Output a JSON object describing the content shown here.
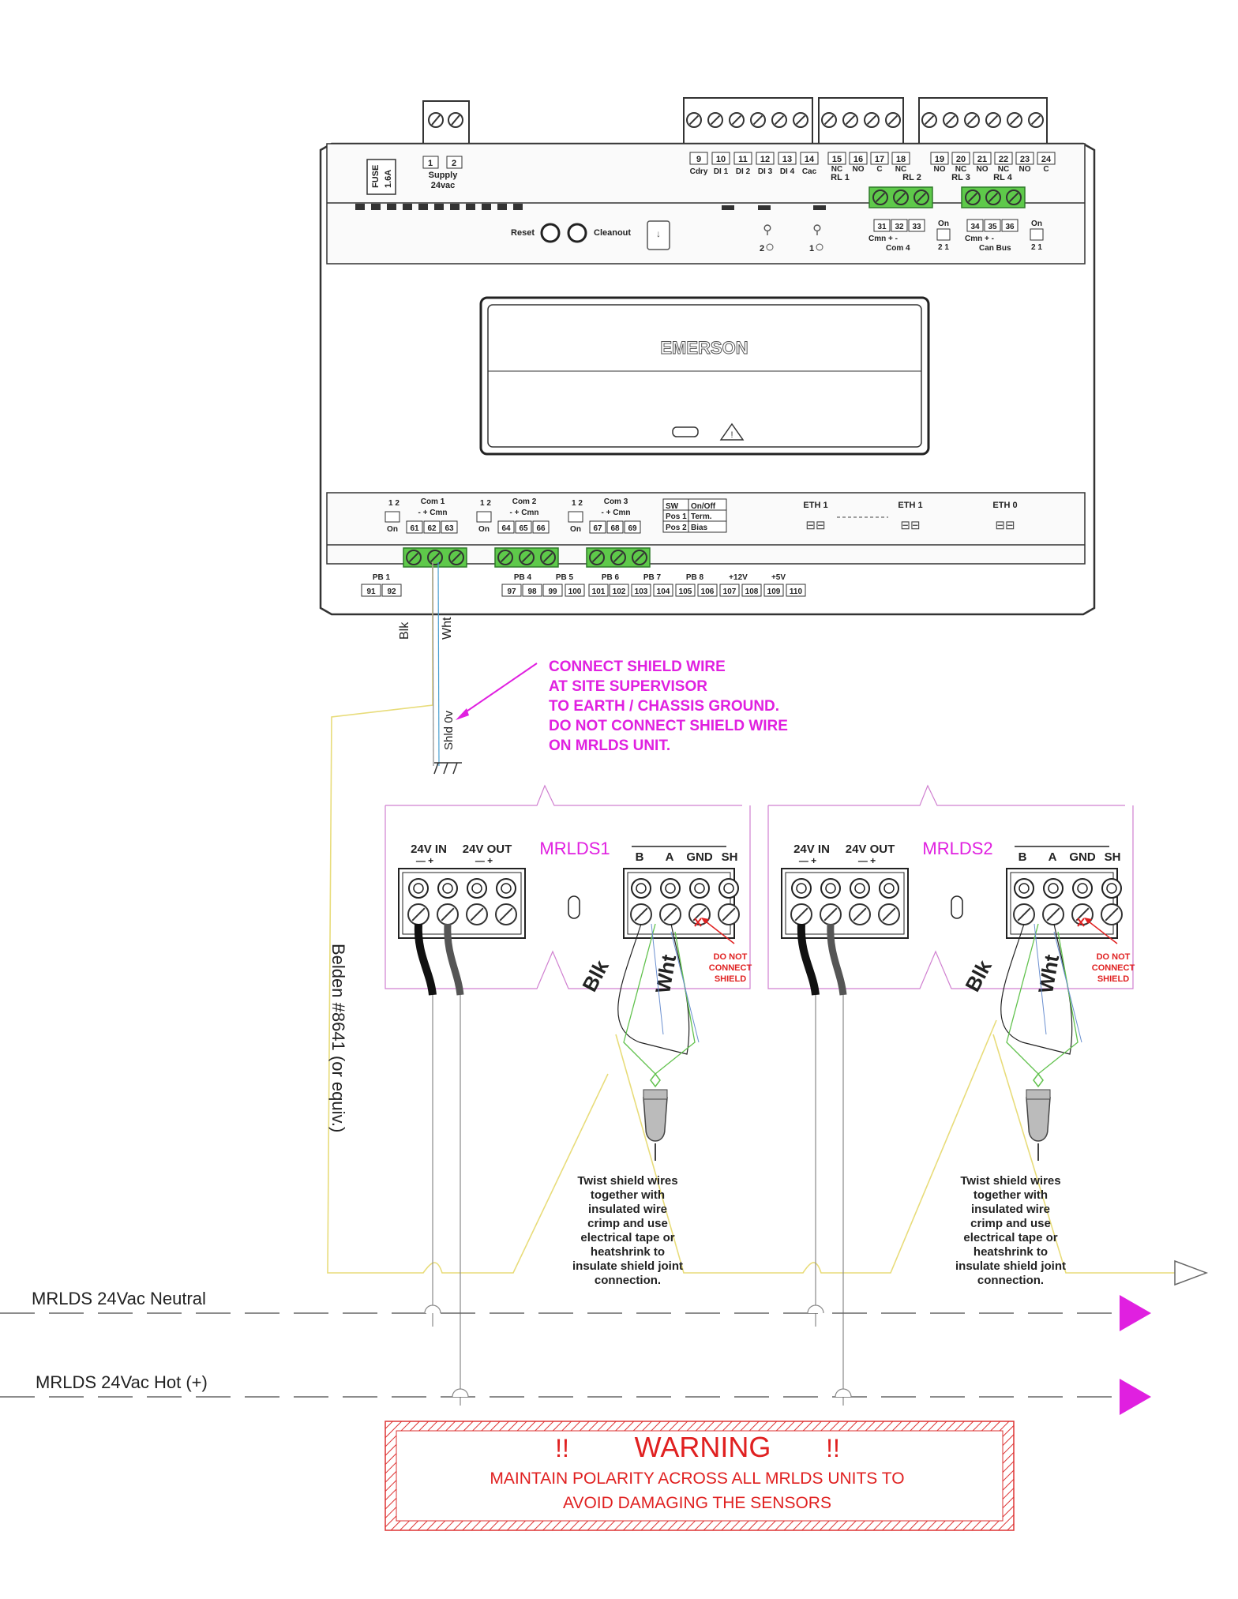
{
  "controller": {
    "brand": "EMERSON",
    "fuse": "FUSE",
    "fuse_rating": "1.6A",
    "supply_label": "Supply",
    "supply_voltage": "24vac",
    "supply_terms": [
      "1",
      "2"
    ],
    "reset_label": "Reset",
    "cleanout_label": "Cleanout",
    "usb2": "2",
    "usb1": "1",
    "top_terms": [
      {
        "num": "9",
        "lbl": "Cdry"
      },
      {
        "num": "10",
        "lbl": "DI 1"
      },
      {
        "num": "11",
        "lbl": "DI 2"
      },
      {
        "num": "12",
        "lbl": "DI 3"
      },
      {
        "num": "13",
        "lbl": "DI 4"
      },
      {
        "num": "14",
        "lbl": "Cac"
      }
    ],
    "relay_terms": [
      {
        "num": "15",
        "lbl": "NC"
      },
      {
        "num": "16",
        "lbl": "NO"
      },
      {
        "num": "17",
        "lbl": "C"
      },
      {
        "num": "18",
        "lbl": "NC"
      },
      {
        "num": "19",
        "lbl": "NO"
      },
      {
        "num": "20",
        "lbl": "NC"
      },
      {
        "num": "21",
        "lbl": "NO"
      },
      {
        "num": "22",
        "lbl": "NC"
      },
      {
        "num": "23",
        "lbl": "NO"
      },
      {
        "num": "24",
        "lbl": "C"
      }
    ],
    "relay_groups": [
      "RL 1",
      "RL 2",
      "RL 3",
      "RL 4"
    ],
    "com4": {
      "terms": [
        "31",
        "32",
        "33"
      ],
      "sub": "Cmn  +   -",
      "name": "Com 4",
      "on": "On",
      "dip": "2 1"
    },
    "canbus": {
      "terms": [
        "34",
        "35",
        "36"
      ],
      "sub": "Cmn  +   -",
      "name": "Can Bus",
      "on": "On",
      "dip": "2 1"
    },
    "com_ports": [
      {
        "name": "Com 1",
        "dip": "1 2",
        "on": "On",
        "sub": "-   +  Cmn",
        "terms": [
          "61",
          "62",
          "63"
        ]
      },
      {
        "name": "Com 2",
        "dip": "1 2",
        "on": "On",
        "sub": "-   +  Cmn",
        "terms": [
          "64",
          "65",
          "66"
        ]
      },
      {
        "name": "Com 3",
        "dip": "1 2",
        "on": "On",
        "sub": "-   +  Cmn",
        "terms": [
          "67",
          "68",
          "69"
        ]
      }
    ],
    "switch_table": {
      "h1": "SW",
      "h2": "On/Off",
      "r1a": "Pos 1",
      "r1b": "Term.",
      "r2a": "Pos 2",
      "r2b": "Bias"
    },
    "eth": [
      "ETH 1",
      "ETH 1",
      "ETH 0"
    ],
    "pb_groups": [
      "PB 1",
      "PB 4",
      "PB 5",
      "PB 6",
      "PB 7",
      "PB 8",
      "+12V",
      "+5V"
    ],
    "pb_terms": [
      "91",
      "92",
      "97",
      "98",
      "99",
      "100",
      "101",
      "102",
      "103",
      "104",
      "105",
      "106",
      "107",
      "108",
      "109",
      "110"
    ]
  },
  "wiring": {
    "blk": "Blk",
    "wht": "Wht",
    "shld": "Shld 0v",
    "cable_label": "Belden #8641 (or equiv.)"
  },
  "shield_note": [
    "CONNECT SHIELD WIRE",
    "AT SITE SUPERVISOR",
    "TO EARTH / CHASSIS GROUND.",
    "DO NOT CONNECT SHIELD WIRE",
    "ON MRLDS UNIT."
  ],
  "mrlds_units": [
    {
      "name": "MRLDS1",
      "in_label": "24V IN",
      "out_label": "24V OUT",
      "polarity": "—  +",
      "rs485": [
        "B",
        "A",
        "GND",
        "SH"
      ],
      "blk": "Blk",
      "wht": "Wht",
      "no_connect": [
        "DO NOT",
        "CONNECT",
        "SHIELD"
      ],
      "twist_note": [
        "Twist shield wires",
        "together with",
        "insulated wire",
        "crimp and use",
        "electrical tape or",
        "heatshrink to",
        "insulate shield joint",
        "connection."
      ]
    },
    {
      "name": "MRLDS2",
      "in_label": "24V IN",
      "out_label": "24V OUT",
      "polarity": "—  +",
      "rs485": [
        "B",
        "A",
        "GND",
        "SH"
      ],
      "blk": "Blk",
      "wht": "Wht",
      "no_connect": [
        "DO NOT",
        "CONNECT",
        "SHIELD"
      ],
      "twist_note": [
        "Twist shield wires",
        "together with",
        "insulated wire",
        "crimp and use",
        "electrical tape or",
        "heatshrink to",
        "insulate shield joint",
        "connection."
      ]
    }
  ],
  "power_lines": {
    "neutral": "MRLDS 24Vac Neutral",
    "hot": "MRLDS 24Vac Hot (+)"
  },
  "warning": {
    "marks": "!!",
    "title": "WARNING",
    "line1": "MAINTAIN POLARITY ACROSS ALL MRLDS UNITS TO",
    "line2": "AVOID DAMAGING THE SENSORS"
  },
  "colors": {
    "magenta": "#e020e0",
    "red": "#e02020",
    "terminal_green": "#5ec94a",
    "cable_yellow": "#e8dc7a",
    "shield_green": "#62c24e",
    "shield_blue": "#6a8fd0"
  }
}
